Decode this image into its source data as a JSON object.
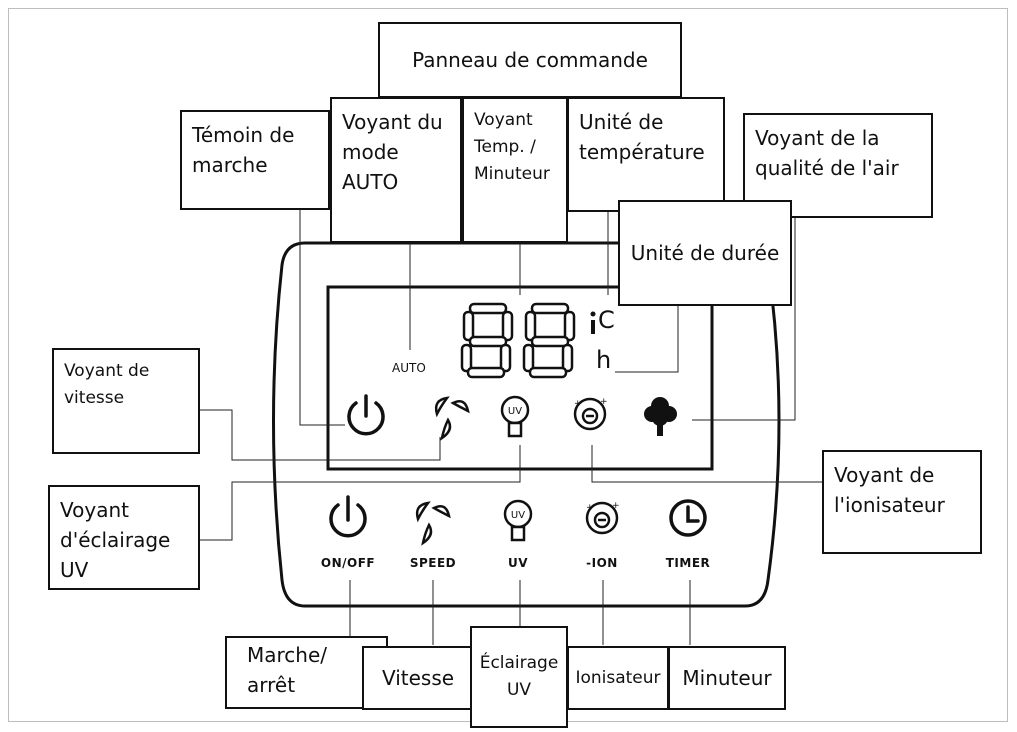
{
  "panel_title": "Panneau de commande",
  "display": {
    "digits": "88",
    "auto_label": "AUTO",
    "unit_celsius": "C",
    "unit_hours": "h",
    "uv_badge": "UV"
  },
  "buttons": [
    {
      "id": "onoff",
      "label": "ON/OFF",
      "icon": "power-icon"
    },
    {
      "id": "speed",
      "label": "SPEED",
      "icon": "fan-icon"
    },
    {
      "id": "uv",
      "label": "UV",
      "icon": "uv-lamp-icon"
    },
    {
      "id": "ion",
      "label": "-ION",
      "icon": "ionizer-icon"
    },
    {
      "id": "timer",
      "label": "TIMER",
      "icon": "clock-icon"
    }
  ],
  "callouts": {
    "power_indicator": "Témoin de marche",
    "auto_indicator": "Voyant du mode AUTO",
    "temp_timer_indicator": "Voyant Temp. / Minuteur",
    "temperature_unit": "Unité de température",
    "air_quality_indicator": "Voyant de la qualité de l'air",
    "duration_unit": "Unité de durée",
    "speed_indicator": "Voyant de vitesse",
    "uv_light_indicator": "Voyant d'éclairage UV",
    "ionizer_indicator": "Voyant de l'ionisateur",
    "onoff": "Marche/ arrêt",
    "speed": "Vitesse",
    "uv": "Éclairage UV",
    "ionizer": "Ionisateur",
    "timer": "Minuteur"
  }
}
